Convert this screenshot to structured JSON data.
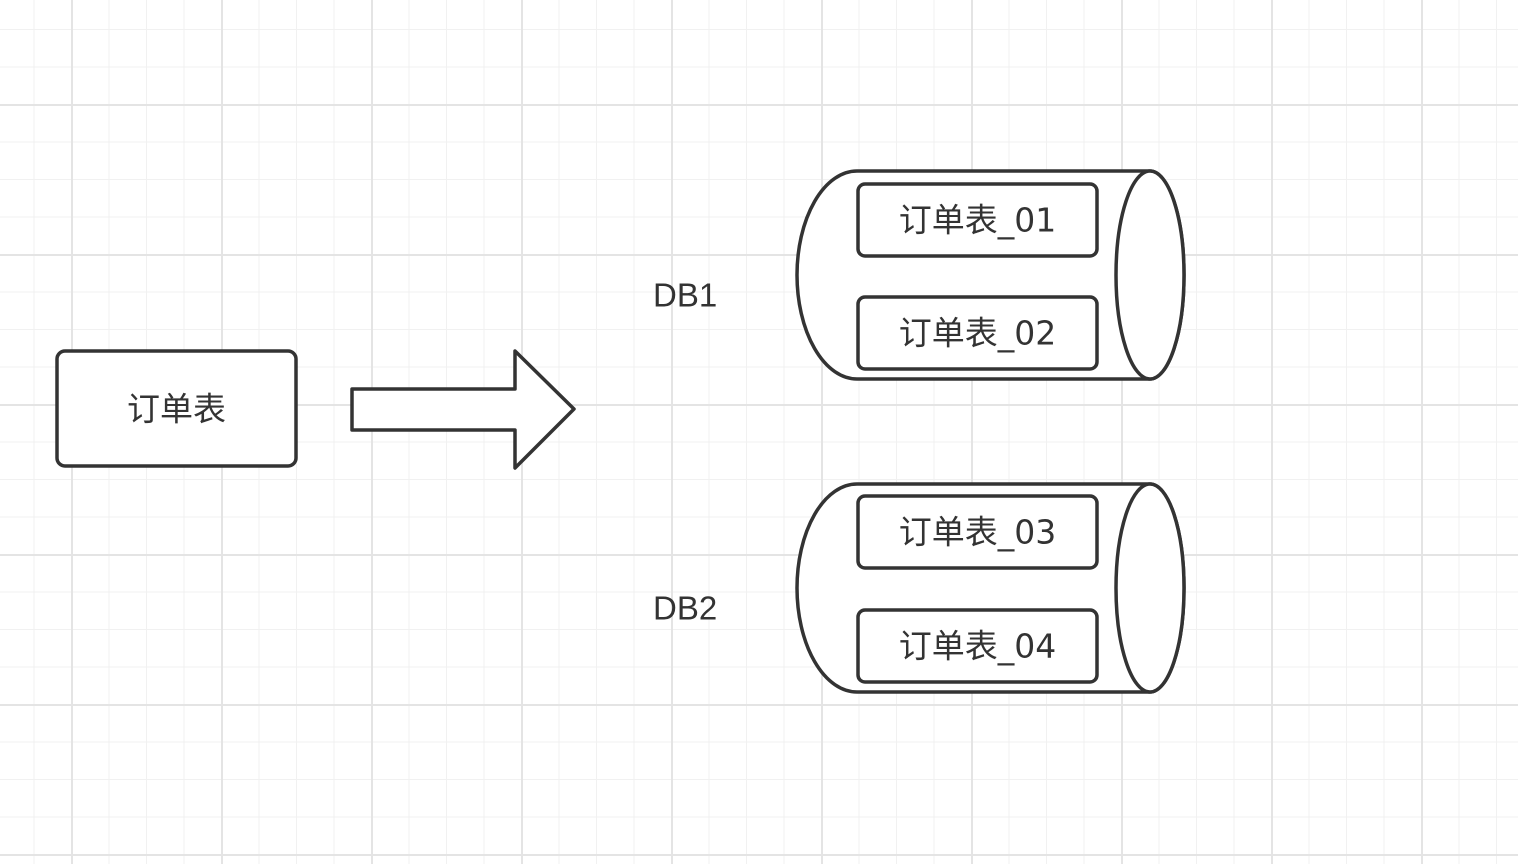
{
  "source": {
    "label": "订单表"
  },
  "databases": [
    {
      "label": "DB1",
      "tables": [
        "订单表_01",
        "订单表_02"
      ]
    },
    {
      "label": "DB2",
      "tables": [
        "订单表_03",
        "订单表_04"
      ]
    }
  ],
  "colors": {
    "stroke": "#333333",
    "fill": "#ffffff",
    "grid_major": "#e4e4e4",
    "grid_minor": "#f1f1f1"
  }
}
